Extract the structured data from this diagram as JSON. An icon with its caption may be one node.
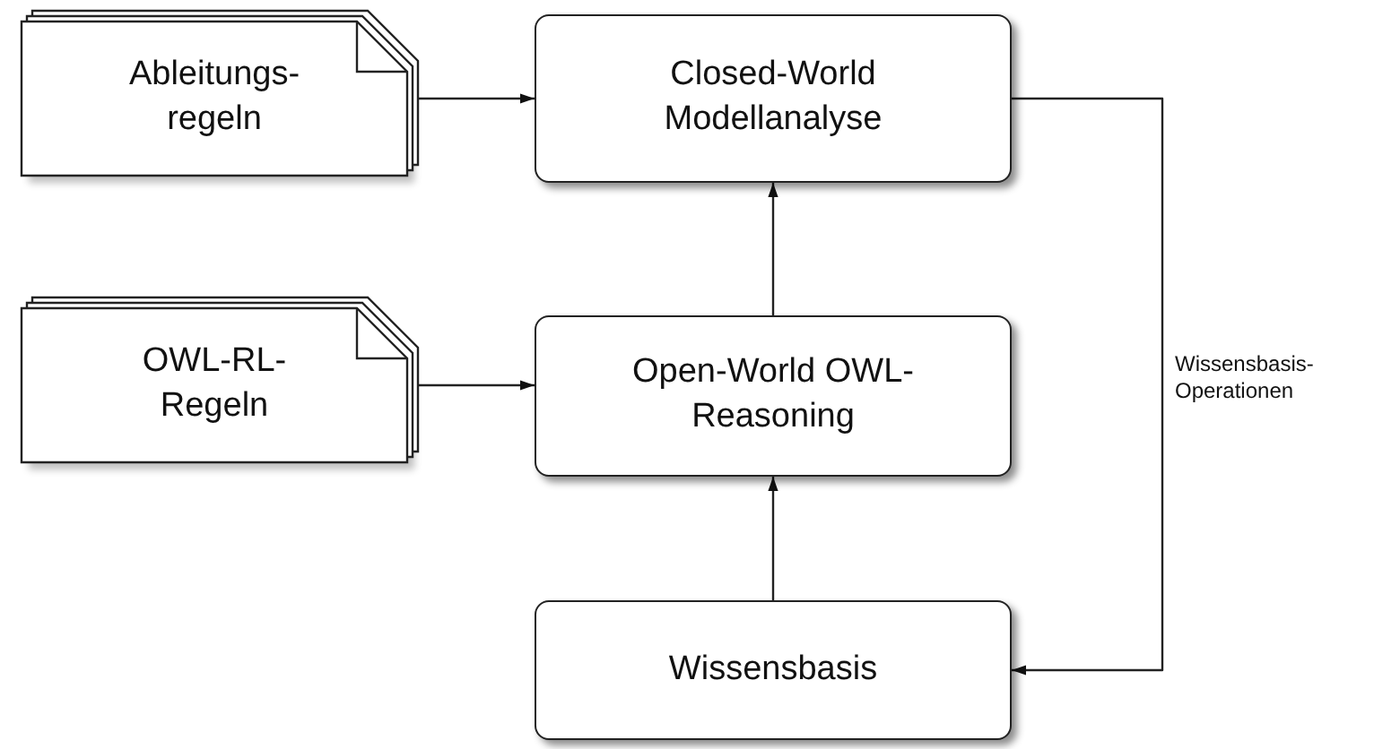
{
  "diagram": {
    "nodes": [
      {
        "text": [
          "Ableitungs- regeln"
        ]
      },
      {
        "text": [
          "Closed-World Modellanalyse"
        ]
      },
      {
        "text": [
          "OWL-RL- Regeln"
        ]
      },
      {
        "text": [
          "Open-World OWL-Reasoning"
        ]
      },
      {
        "text": [
          "Wissensbasis"
        ]
      }
    ],
    "edges": [
      {
        "from": 0,
        "to": 1,
        "arrow": "to"
      },
      {
        "from": 2,
        "to": 3,
        "arrow": "to"
      },
      {
        "from": 4,
        "to": 3,
        "arrow": "to"
      },
      {
        "from": 3,
        "to": 1,
        "arrow": "to"
      },
      {
        "from": 1,
        "to": 4,
        "arrow": "to",
        "label": "Wissensbasis- Operationen"
      }
    ]
  }
}
